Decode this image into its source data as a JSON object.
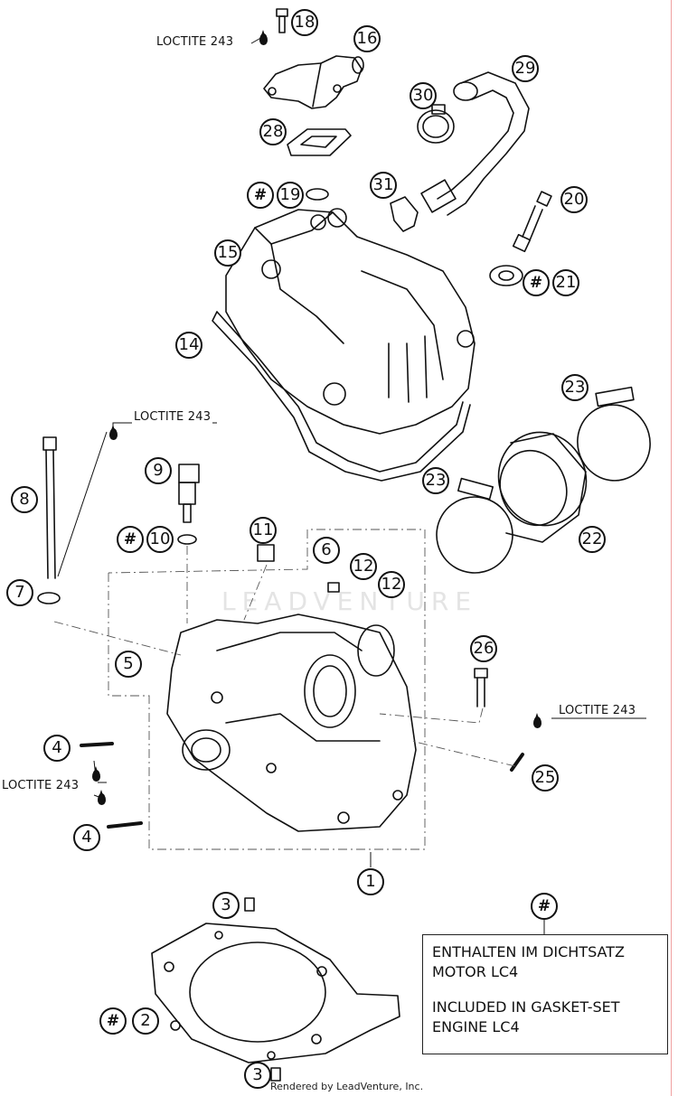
{
  "loctite_label": "LOCTITE 243",
  "hash_symbol": "#",
  "callouts": {
    "p1": "1",
    "p2": "2",
    "p3a": "3",
    "p3b": "3",
    "p4a": "4",
    "p4b": "4",
    "p5": "5",
    "p6": "6",
    "p7": "7",
    "p8": "8",
    "p9": "9",
    "p10": "10",
    "p11": "11",
    "p12a": "12",
    "p12b": "12",
    "p14": "14",
    "p15": "15",
    "p16": "16",
    "p18": "18",
    "p19": "19",
    "p20": "20",
    "p21": "21",
    "p22": "22",
    "p23a": "23",
    "p23b": "23",
    "p25": "25",
    "p26": "26",
    "p28": "28",
    "p29": "29",
    "p30": "30",
    "p31": "31"
  },
  "legend": {
    "de_line1": "ENTHALTEN IM DICHTSATZ",
    "de_line2": "MOTOR LC4",
    "en_line1": "INCLUDED IN GASKET-SET",
    "en_line2": "ENGINE LC4"
  },
  "watermark": "LEADVENTURE",
  "credit": "Rendered by LeadVenture, Inc."
}
